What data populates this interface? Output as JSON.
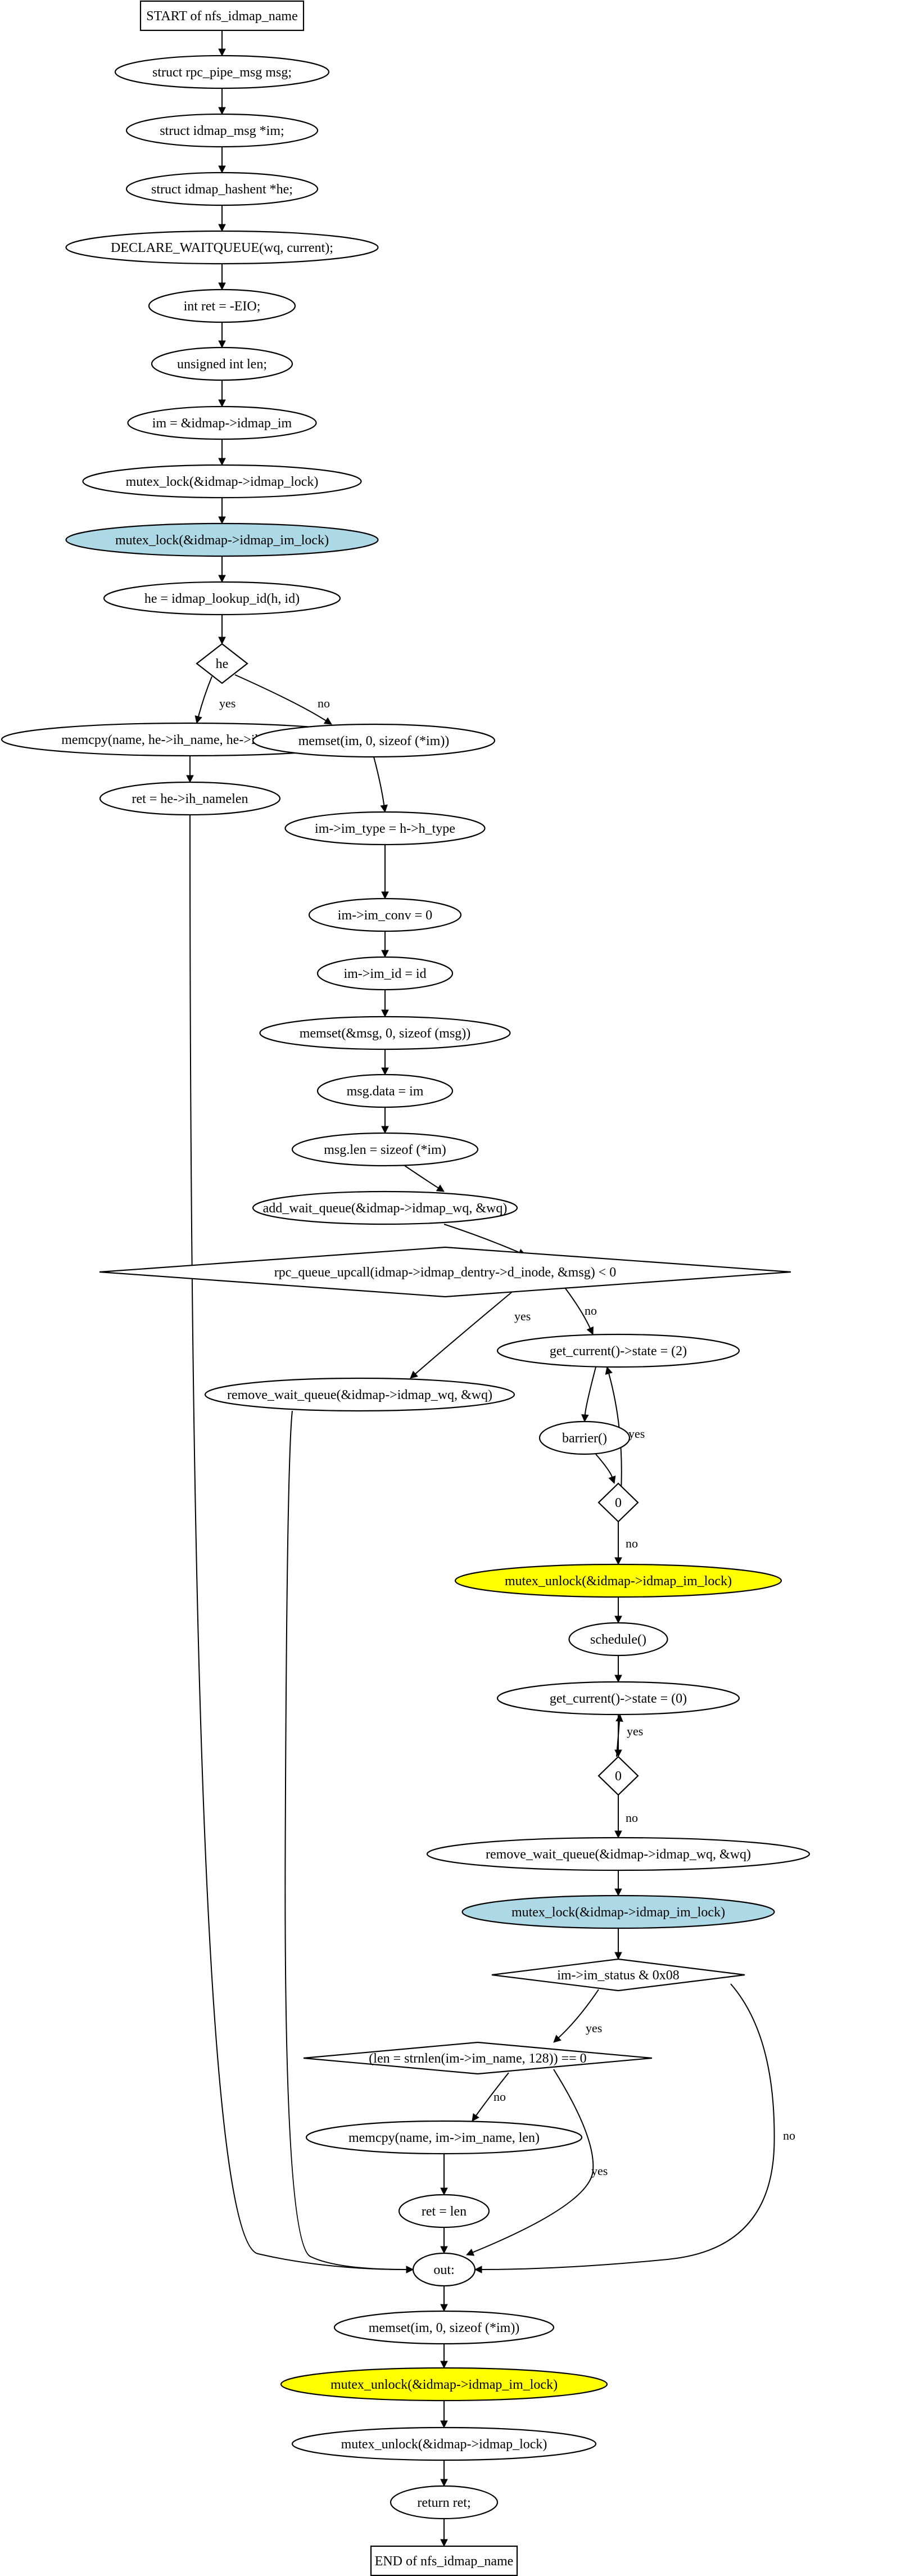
{
  "colors": {
    "default": "#ffffff",
    "lightblue": "#add8e6",
    "yellow": "#ffff00"
  },
  "nodes": [
    {
      "id": "start",
      "shape": "box",
      "label": "START of nfs_idmap_name"
    },
    {
      "id": "n1",
      "shape": "ellipse",
      "label": "struct rpc_pipe_msg msg;"
    },
    {
      "id": "n2",
      "shape": "ellipse",
      "label": "struct idmap_msg *im;"
    },
    {
      "id": "n3",
      "shape": "ellipse",
      "label": "struct idmap_hashent *he;"
    },
    {
      "id": "n4",
      "shape": "ellipse",
      "label": "DECLARE_WAITQUEUE(wq, current);"
    },
    {
      "id": "n5",
      "shape": "ellipse",
      "label": "int ret = -EIO;"
    },
    {
      "id": "n6",
      "shape": "ellipse",
      "label": "unsigned int len;"
    },
    {
      "id": "n7",
      "shape": "ellipse",
      "label": "im = &idmap->idmap_im"
    },
    {
      "id": "n8",
      "shape": "ellipse",
      "label": "mutex_lock(&idmap->idmap_lock)"
    },
    {
      "id": "n9",
      "shape": "ellipse",
      "label": "mutex_lock(&idmap->idmap_im_lock)",
      "fill": "lightblue"
    },
    {
      "id": "n10",
      "shape": "ellipse",
      "label": "he = idmap_lookup_id(h, id)"
    },
    {
      "id": "d1",
      "shape": "diamond",
      "label": "he"
    },
    {
      "id": "n11",
      "shape": "ellipse",
      "label": "memcpy(name, he->ih_name, he->ih_namelen)"
    },
    {
      "id": "n12",
      "shape": "ellipse",
      "label": "ret = he->ih_namelen"
    },
    {
      "id": "n13",
      "shape": "ellipse",
      "label": "memset(im, 0, sizeof (*im))"
    },
    {
      "id": "n14",
      "shape": "ellipse",
      "label": "im->im_type = h->h_type"
    },
    {
      "id": "n15",
      "shape": "ellipse",
      "label": "im->im_conv = 0"
    },
    {
      "id": "n16",
      "shape": "ellipse",
      "label": "im->im_id = id"
    },
    {
      "id": "n17",
      "shape": "ellipse",
      "label": "memset(&msg, 0, sizeof (msg))"
    },
    {
      "id": "n18",
      "shape": "ellipse",
      "label": "msg.data = im"
    },
    {
      "id": "n19",
      "shape": "ellipse",
      "label": "msg.len = sizeof (*im)"
    },
    {
      "id": "n20",
      "shape": "ellipse",
      "label": "add_wait_queue(&idmap->idmap_wq, &wq)"
    },
    {
      "id": "d2",
      "shape": "diamond",
      "label": "rpc_queue_upcall(idmap->idmap_dentry->d_inode, &msg) < 0"
    },
    {
      "id": "n21",
      "shape": "ellipse",
      "label": "remove_wait_queue(&idmap->idmap_wq, &wq)"
    },
    {
      "id": "n22",
      "shape": "ellipse",
      "label": "get_current()->state = (2)"
    },
    {
      "id": "n23",
      "shape": "ellipse",
      "label": "barrier()"
    },
    {
      "id": "d3",
      "shape": "diamond",
      "label": "0"
    },
    {
      "id": "n24",
      "shape": "ellipse",
      "label": "mutex_unlock(&idmap->idmap_im_lock)",
      "fill": "yellow"
    },
    {
      "id": "n25",
      "shape": "ellipse",
      "label": "schedule()"
    },
    {
      "id": "n26",
      "shape": "ellipse",
      "label": "get_current()->state = (0)"
    },
    {
      "id": "d4",
      "shape": "diamond",
      "label": "0"
    },
    {
      "id": "n27",
      "shape": "ellipse",
      "label": "remove_wait_queue(&idmap->idmap_wq, &wq)"
    },
    {
      "id": "n28",
      "shape": "ellipse",
      "label": "mutex_lock(&idmap->idmap_im_lock)",
      "fill": "lightblue"
    },
    {
      "id": "d5",
      "shape": "diamond",
      "label": "im->im_status & 0x08"
    },
    {
      "id": "d6",
      "shape": "diamond",
      "label": "(len = strnlen(im->im_name, 128)) == 0"
    },
    {
      "id": "n29",
      "shape": "ellipse",
      "label": "memcpy(name, im->im_name, len)"
    },
    {
      "id": "n30",
      "shape": "ellipse",
      "label": "ret = len"
    },
    {
      "id": "n31",
      "shape": "ellipse",
      "label": "out:"
    },
    {
      "id": "n32",
      "shape": "ellipse",
      "label": "memset(im, 0, sizeof (*im))"
    },
    {
      "id": "n33",
      "shape": "ellipse",
      "label": "mutex_unlock(&idmap->idmap_im_lock)",
      "fill": "yellow"
    },
    {
      "id": "n34",
      "shape": "ellipse",
      "label": "mutex_unlock(&idmap->idmap_lock)"
    },
    {
      "id": "n35",
      "shape": "ellipse",
      "label": "return ret;"
    },
    {
      "id": "end",
      "shape": "box",
      "label": "END of nfs_idmap_name"
    }
  ],
  "edges": [
    {
      "from": "start",
      "to": "n1",
      "label": ""
    },
    {
      "from": "n1",
      "to": "n2",
      "label": ""
    },
    {
      "from": "n2",
      "to": "n3",
      "label": ""
    },
    {
      "from": "n3",
      "to": "n4",
      "label": ""
    },
    {
      "from": "n4",
      "to": "n5",
      "label": ""
    },
    {
      "from": "n5",
      "to": "n6",
      "label": ""
    },
    {
      "from": "n6",
      "to": "n7",
      "label": ""
    },
    {
      "from": "n7",
      "to": "n8",
      "label": ""
    },
    {
      "from": "n8",
      "to": "n9",
      "label": ""
    },
    {
      "from": "n9",
      "to": "n10",
      "label": ""
    },
    {
      "from": "n10",
      "to": "d1",
      "label": ""
    },
    {
      "from": "d1",
      "to": "n11",
      "label": "yes"
    },
    {
      "from": "d1",
      "to": "n13",
      "label": "no"
    },
    {
      "from": "n11",
      "to": "n12",
      "label": ""
    },
    {
      "from": "n12",
      "to": "n31",
      "label": ""
    },
    {
      "from": "n13",
      "to": "n14",
      "label": ""
    },
    {
      "from": "n14",
      "to": "n15",
      "label": ""
    },
    {
      "from": "n15",
      "to": "n16",
      "label": ""
    },
    {
      "from": "n16",
      "to": "n17",
      "label": ""
    },
    {
      "from": "n17",
      "to": "n18",
      "label": ""
    },
    {
      "from": "n18",
      "to": "n19",
      "label": ""
    },
    {
      "from": "n19",
      "to": "n20",
      "label": ""
    },
    {
      "from": "n20",
      "to": "d2",
      "label": ""
    },
    {
      "from": "d2",
      "to": "n21",
      "label": "yes"
    },
    {
      "from": "d2",
      "to": "n22",
      "label": "no"
    },
    {
      "from": "n21",
      "to": "n31",
      "label": ""
    },
    {
      "from": "n22",
      "to": "n23",
      "label": ""
    },
    {
      "from": "n23",
      "to": "d3",
      "label": ""
    },
    {
      "from": "d3",
      "to": "n22",
      "label": "yes"
    },
    {
      "from": "d3",
      "to": "n24",
      "label": "no"
    },
    {
      "from": "n24",
      "to": "n25",
      "label": ""
    },
    {
      "from": "n25",
      "to": "n26",
      "label": ""
    },
    {
      "from": "n26",
      "to": "d4",
      "label": ""
    },
    {
      "from": "d4",
      "to": "n26",
      "label": "yes"
    },
    {
      "from": "d4",
      "to": "n27",
      "label": "no"
    },
    {
      "from": "n27",
      "to": "n28",
      "label": ""
    },
    {
      "from": "n28",
      "to": "d5",
      "label": ""
    },
    {
      "from": "d5",
      "to": "d6",
      "label": "yes"
    },
    {
      "from": "d5",
      "to": "n31",
      "label": "no"
    },
    {
      "from": "d6",
      "to": "n29",
      "label": "no"
    },
    {
      "from": "d6",
      "to": "n31",
      "label": "yes"
    },
    {
      "from": "n29",
      "to": "n30",
      "label": ""
    },
    {
      "from": "n30",
      "to": "n31",
      "label": ""
    },
    {
      "from": "n31",
      "to": "n32",
      "label": ""
    },
    {
      "from": "n32",
      "to": "n33",
      "label": ""
    },
    {
      "from": "n33",
      "to": "n34",
      "label": ""
    },
    {
      "from": "n34",
      "to": "n35",
      "label": ""
    },
    {
      "from": "n35",
      "to": "end",
      "label": ""
    }
  ]
}
